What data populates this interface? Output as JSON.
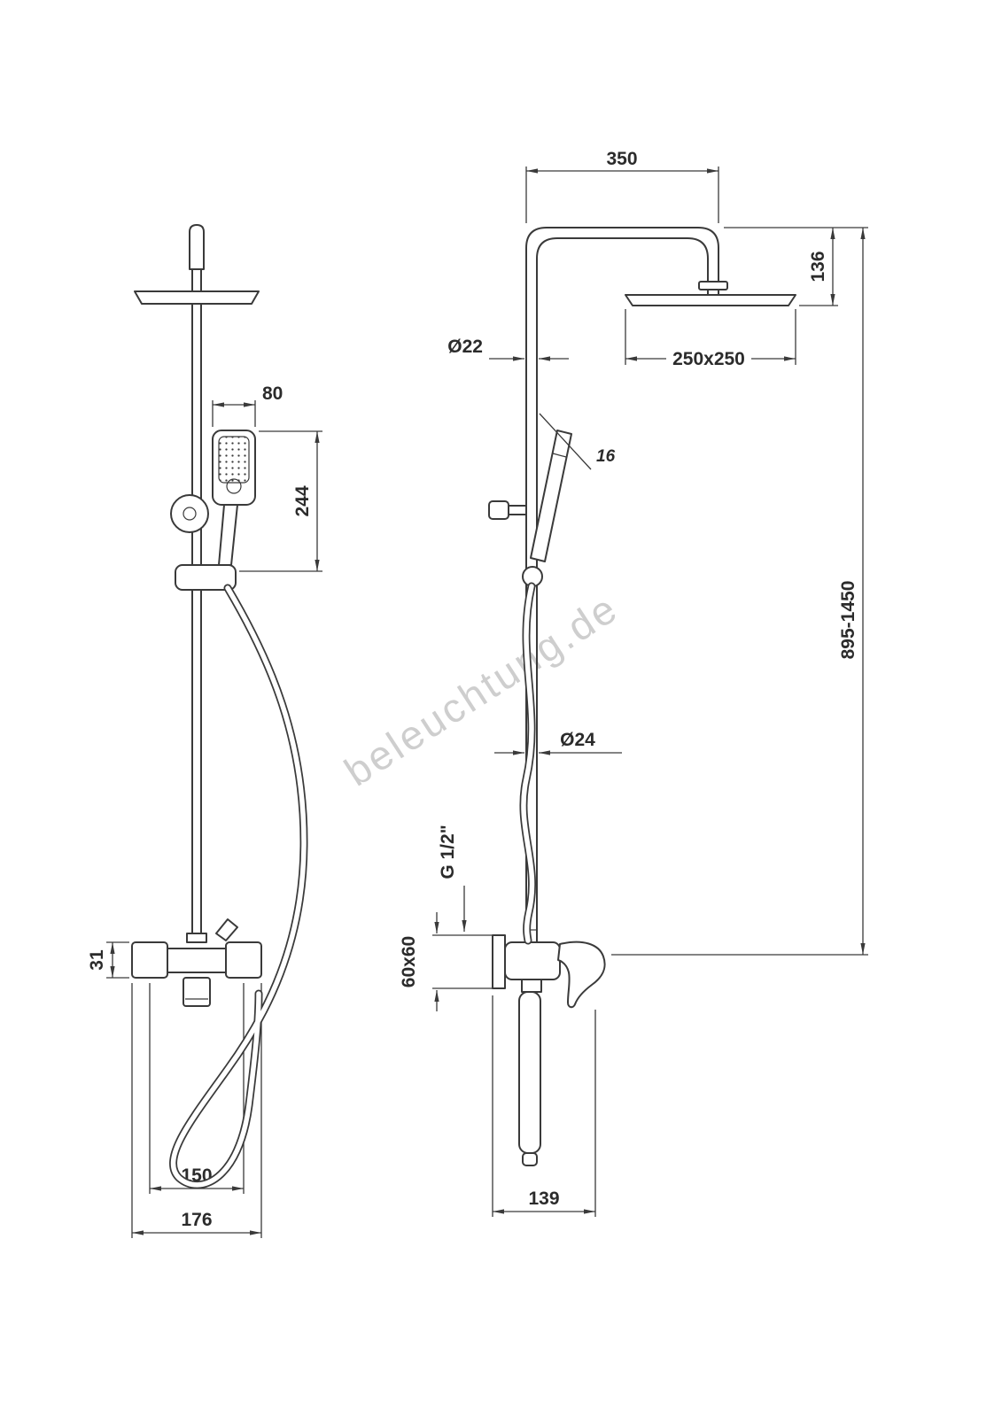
{
  "page": {
    "background": "#ffffff",
    "line_color": "#3a3a3a"
  },
  "watermark": {
    "text": "beleuchtung.de",
    "color": "#9e9e9e"
  },
  "drawing": {
    "type": "technical-dimension-drawing",
    "subject": "shower column with overhead rain shower, hand shower and wall mixer",
    "views": [
      "front-view",
      "side-view"
    ]
  },
  "dims": {
    "head_offset": "350",
    "head_drop": "136",
    "head_size": "250x250",
    "upper_pipe": "Ø22",
    "handshower_width": "80",
    "handshower_length": "244",
    "handshower_angle": "16",
    "column_height": "895-1450",
    "lower_pipe": "Ø24",
    "connection_thread": "G 1/2\"",
    "escutcheon": "60x60",
    "mixer_body_height": "31",
    "handle_spacing": "150",
    "mixer_width": "176",
    "mixer_depth": "139"
  }
}
